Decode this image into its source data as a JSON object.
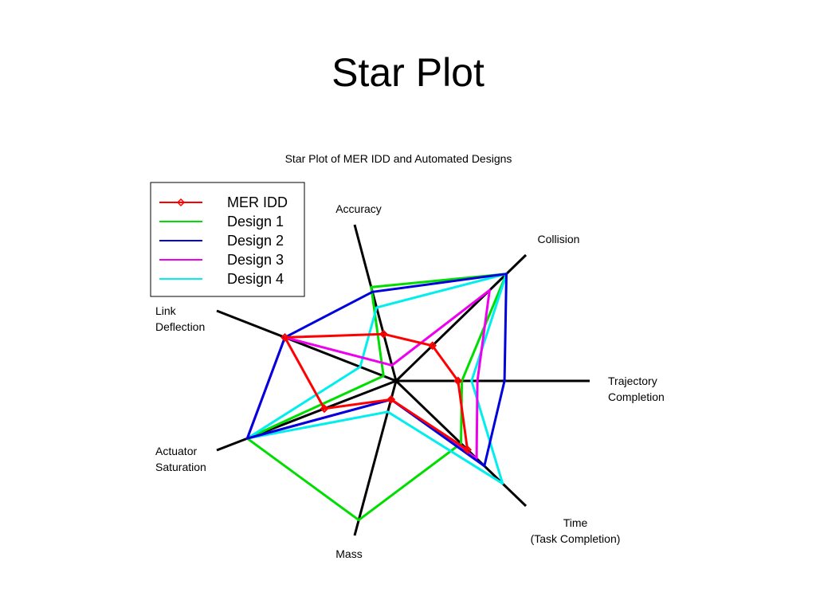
{
  "slide": {
    "title": "Star Plot"
  },
  "chart_data": {
    "type": "radar",
    "title": "Star Plot of MER IDD and Automated Designs",
    "axes": [
      {
        "name": "Accuracy",
        "lines": [
          "Accuracy"
        ]
      },
      {
        "name": "Collision",
        "lines": [
          "Collision"
        ]
      },
      {
        "name": "Trajectory Completion",
        "lines": [
          "Trajectory",
          "Completion"
        ]
      },
      {
        "name": "Time (Task Completion)",
        "lines": [
          "Time",
          "(Task Completion)"
        ]
      },
      {
        "name": "Mass",
        "lines": [
          "Mass"
        ]
      },
      {
        "name": "Actuator Saturation",
        "lines": [
          "Actuator",
          "Saturation"
        ]
      },
      {
        "name": "Link Deflection",
        "lines": [
          "Link",
          "Deflection"
        ]
      }
    ],
    "range": [
      0,
      1
    ],
    "series": [
      {
        "name": "MER IDD",
        "color": "#ff0000",
        "marker": "diamond",
        "values": [
          0.3,
          0.28,
          0.32,
          0.55,
          0.12,
          0.4,
          0.62
        ]
      },
      {
        "name": "Design 1",
        "color": "#00dd00",
        "values": [
          0.6,
          0.85,
          0.34,
          0.5,
          0.9,
          0.83,
          0.07
        ]
      },
      {
        "name": "Design 2",
        "color": "#0000dd",
        "values": [
          0.57,
          0.85,
          0.56,
          0.68,
          0.12,
          0.83,
          0.62
        ]
      },
      {
        "name": "Design 3",
        "color": "#ee00ee",
        "values": [
          0.1,
          0.72,
          0.42,
          0.62,
          0.12,
          0.83,
          0.62
        ]
      },
      {
        "name": "Design 4",
        "color": "#00eeee",
        "values": [
          0.47,
          0.85,
          0.39,
          0.82,
          0.2,
          0.83,
          0.2
        ]
      }
    ]
  }
}
